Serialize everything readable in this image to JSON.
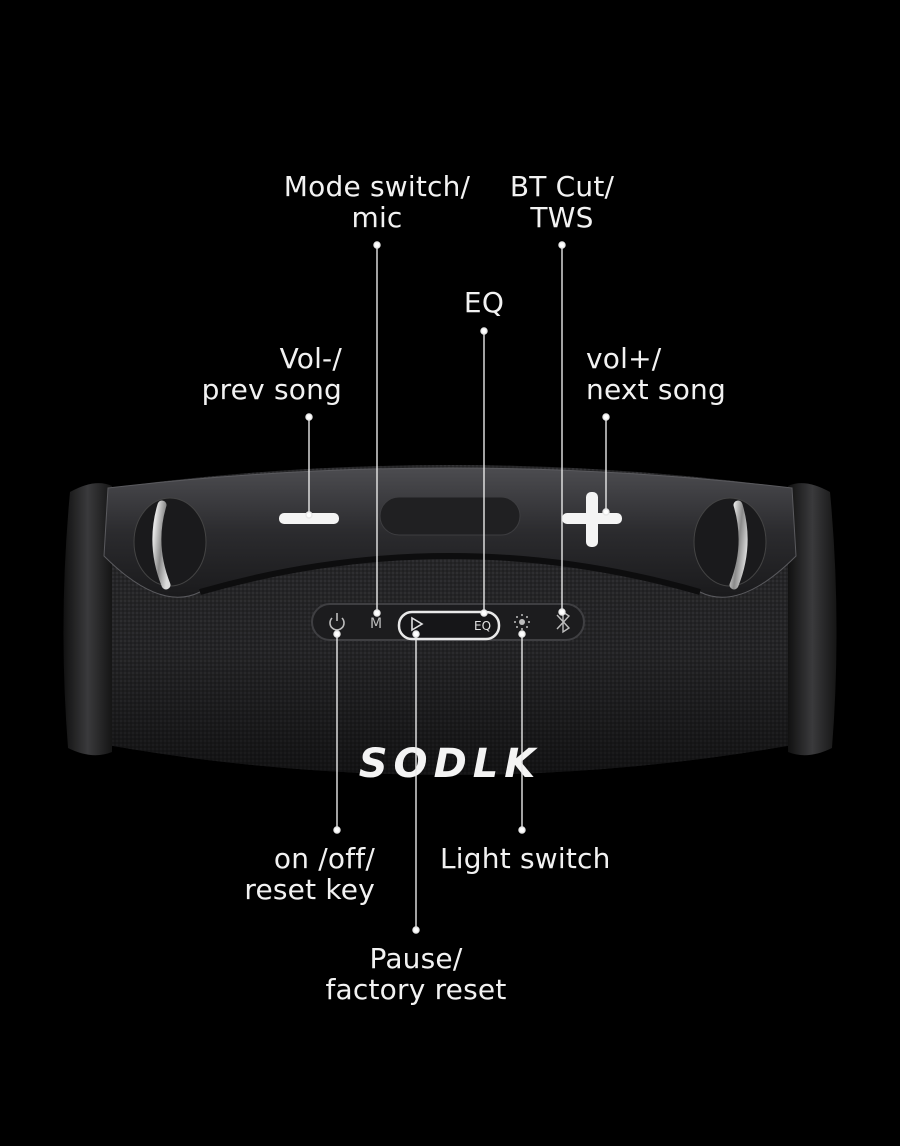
{
  "brand": "SODLK",
  "callouts": {
    "mode_switch": [
      "Mode switch/",
      "mic"
    ],
    "bt_cut": [
      "BT Cut/",
      "TWS"
    ],
    "eq": [
      "EQ"
    ],
    "vol_minus": [
      "Vol-/",
      "prev song"
    ],
    "vol_plus": [
      "vol+/",
      "next song"
    ],
    "power": [
      "on /off/",
      "reset key"
    ],
    "light": [
      "Light switch"
    ],
    "pause": [
      "Pause/",
      "factory reset"
    ]
  },
  "button_glyphs": {
    "mode": "M",
    "eq": "EQ"
  },
  "colors": {
    "background": "#000000",
    "body": "#2a2a2c",
    "accent_text": "#f2f2f2",
    "leader_line": "#e8e8e8"
  },
  "icons": [
    "power-icon",
    "play-icon",
    "light-icon",
    "bt-icon",
    "minus-icon",
    "plus-icon"
  ]
}
